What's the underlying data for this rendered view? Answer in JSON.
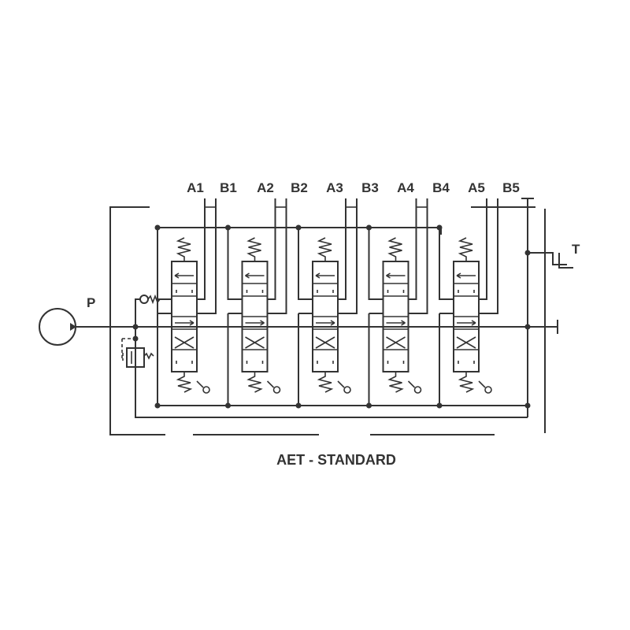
{
  "diagram": {
    "port_labels": [
      "A1",
      "B1",
      "A2",
      "B2",
      "A3",
      "B3",
      "A4",
      "B4",
      "A5",
      "B5"
    ],
    "pump_label": "P",
    "tank_label": "T",
    "caption": "AET - STANDARD",
    "section_count": 5,
    "line_color": "#333333"
  }
}
